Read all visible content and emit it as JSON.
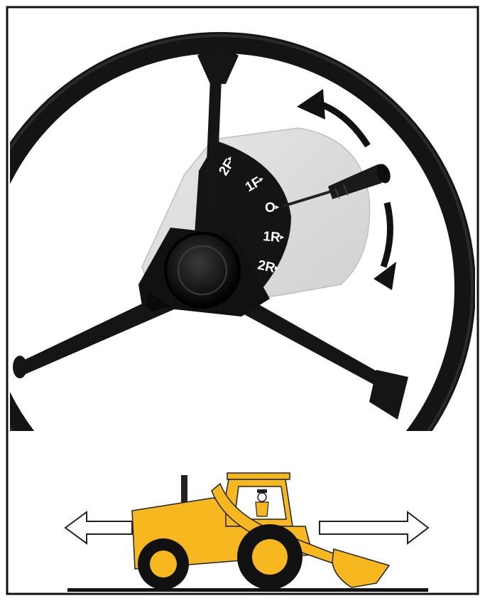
{
  "gear_selector": {
    "positions": [
      {
        "label": "2F",
        "arrow": "▸"
      },
      {
        "label": "1F",
        "arrow": "▸"
      },
      {
        "label": "O",
        "arrow": "▸"
      },
      {
        "label": "1R",
        "arrow": "▸"
      },
      {
        "label": "2R",
        "arrow": "▸"
      }
    ]
  },
  "colors": {
    "wheel": "#141414",
    "loader_yellow": "#f6b81e",
    "loader_outline": "#222222",
    "selector_plate": "#dcdcdc",
    "background": "#ffffff"
  },
  "icons": {
    "forward_arrow": "curved-arrow-up-icon",
    "reverse_arrow": "curved-arrow-down-icon",
    "travel_left": "arrow-left-icon",
    "travel_right": "arrow-right-icon"
  }
}
